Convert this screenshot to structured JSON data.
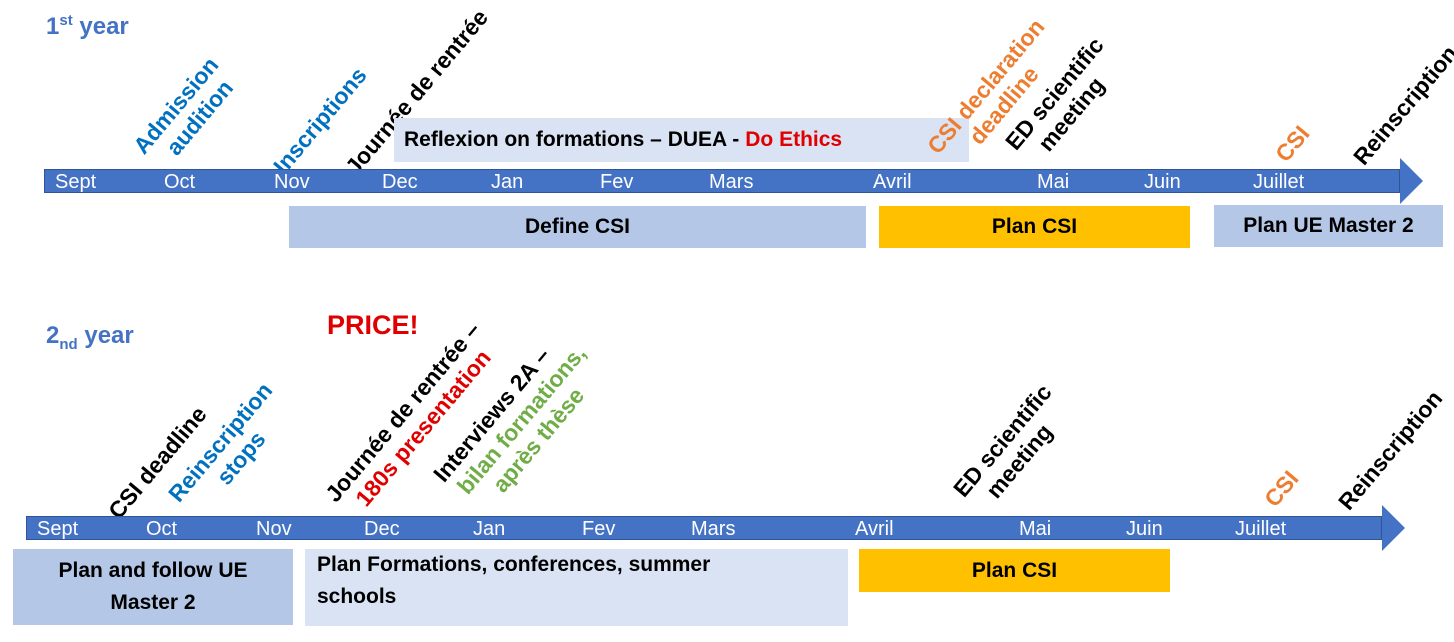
{
  "year1": {
    "title_num": "1",
    "title_sup": "st",
    "title_word": "year",
    "months": [
      "Sept",
      "Oct",
      "Nov",
      "Dec",
      "Jan",
      "Fev",
      "Mars",
      "Avril",
      "Mai",
      "Juin",
      "Juillet"
    ],
    "banner": {
      "text": "Reflexion on formations – DUEA - ",
      "highlight": "Do Ethics"
    },
    "events": {
      "admission_1": "Admission",
      "admission_2": "audition",
      "inscriptions": "Inscriptions",
      "journee": "Journée de rentrée",
      "csi_decl_1": "CSI declaration",
      "csi_decl_2": "deadline",
      "ed_meeting_1": "ED scientific",
      "ed_meeting_2": "meeting",
      "csi": "CSI",
      "reinscription": "Reinscription"
    },
    "boxes": {
      "define_csi": "Define CSI",
      "plan_csi": "Plan CSI",
      "plan_ue": "Plan UE Master 2"
    }
  },
  "year2": {
    "title_num": "2",
    "title_sub": "nd",
    "title_word": "year",
    "months": [
      "Sept",
      "Oct",
      "Nov",
      "Dec",
      "Jan",
      "Fev",
      "Mars",
      "Avril",
      "Mai",
      "Juin",
      "Juillet"
    ],
    "price": "PRICE!",
    "events": {
      "csi_deadline": "CSI deadline",
      "reinscription_stops_1": "Reinscription",
      "reinscription_stops_2": "stops",
      "journee_1": "Journée de rentrée –",
      "journee_2": "180s presentation",
      "interviews_1": "Interviews 2A –",
      "interviews_2": "bilan formations,",
      "interviews_3": "après thèse",
      "ed_meeting_1": "ED scientific",
      "ed_meeting_2": "meeting",
      "csi": "CSI",
      "reinscription": "Reinscription"
    },
    "boxes": {
      "plan_follow_1": "Plan and follow UE",
      "plan_follow_2": "Master 2",
      "plan_formations_1": "Plan Formations, conferences, summer",
      "plan_formations_2": "schools",
      "plan_csi": "Plan CSI"
    }
  },
  "colors": {
    "axis": "#4472c4",
    "box_light": "#b4c7e7",
    "box_pale": "#dae3f3",
    "box_gold": "#ffc000",
    "event_blue": "#0070c0",
    "event_orange": "#ed7d31",
    "event_red": "#e00000",
    "event_green": "#70ad47"
  }
}
